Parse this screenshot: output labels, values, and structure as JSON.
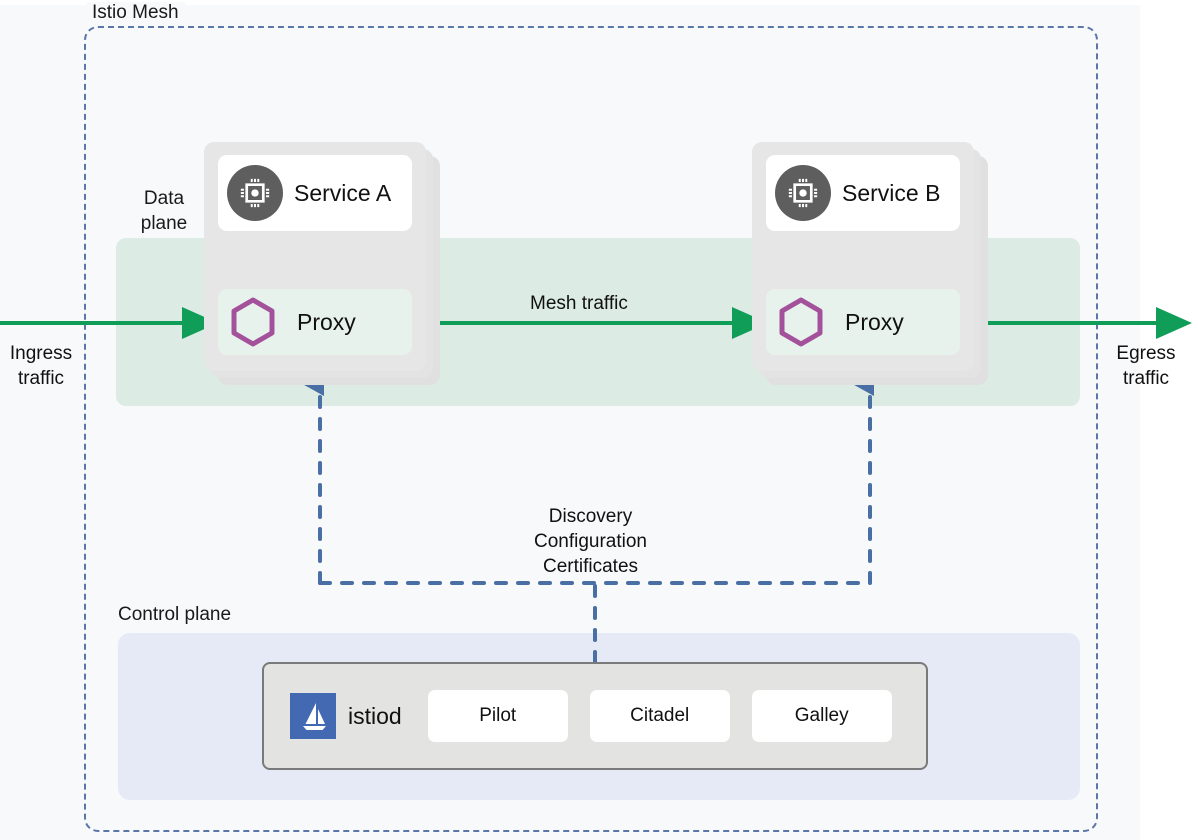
{
  "diagram": {
    "mesh_label": "Istio Mesh",
    "data_plane_label": "Data\nplane",
    "data_plane_line1": "Data",
    "data_plane_line2": "plane",
    "control_plane_label": "Control plane"
  },
  "traffic": {
    "ingress_line1": "Ingress",
    "ingress_line2": "traffic",
    "egress_line1": "Egress",
    "egress_line2": "traffic",
    "mesh_traffic": "Mesh traffic"
  },
  "control_signals": {
    "line1": "Discovery",
    "line2": "Configuration",
    "line3": "Certificates"
  },
  "pods": [
    {
      "service_label": "Service A",
      "proxy_label": "Proxy",
      "service_icon": "chip-icon",
      "proxy_icon": "hexagon-icon"
    },
    {
      "service_label": "Service B",
      "proxy_label": "Proxy",
      "service_icon": "chip-icon",
      "proxy_icon": "hexagon-icon"
    }
  ],
  "istiod": {
    "name": "istiod",
    "logo_icon": "istio-sail-logo",
    "components": [
      "Pilot",
      "Citadel",
      "Galley"
    ]
  },
  "colors": {
    "background": "#f7f9fb",
    "mesh_border": "#5b76a8",
    "data_plane_band": "#dcebe4",
    "control_plane_band": "#e6eaf6",
    "pod_body": "#e6e6e6",
    "proxy_box": "#e8f2ec",
    "traffic_arrow": "#0f9d58",
    "traffic_arrow_dark": "#0b8043",
    "control_arrow": "#4a6fa5",
    "hexagon": "#a4519b",
    "chip_circle": "#5e5e5e",
    "istio_blue": "#4269b2",
    "istiod_panel": "#e3e3e1"
  }
}
